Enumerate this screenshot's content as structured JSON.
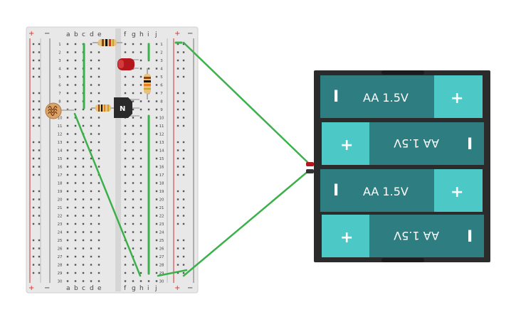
{
  "breadboard": {
    "columns_left": [
      "a",
      "b",
      "c",
      "d",
      "e"
    ],
    "columns_right": [
      "f",
      "g",
      "h",
      "i",
      "j"
    ],
    "row_numbers": [
      "1",
      "2",
      "3",
      "4",
      "5",
      "6",
      "7",
      "8",
      "9",
      "10",
      "11",
      "12",
      "13",
      "14",
      "15",
      "16",
      "17",
      "18",
      "19",
      "20",
      "21",
      "22",
      "23",
      "24",
      "25",
      "26",
      "27",
      "28",
      "29",
      "30"
    ],
    "rail_plus": "+",
    "rail_minus": "−"
  },
  "components": {
    "transistor_label": "N"
  },
  "battery_pack": {
    "cells": [
      {
        "label": "AA 1.5V",
        "plus": "+",
        "minus": "I",
        "flipped": false
      },
      {
        "label": "AA 1.5V",
        "plus": "+",
        "minus": "I",
        "flipped": true
      },
      {
        "label": "AA 1.5V",
        "plus": "+",
        "minus": "I",
        "flipped": false
      },
      {
        "label": "AA 1.5V",
        "plus": "+",
        "minus": "I",
        "flipped": true
      }
    ]
  },
  "colors": {
    "wire": "#3cb04a",
    "rail_red": "#d0312d",
    "battery_dark": "#2e7d80",
    "battery_light": "#4cc9c6",
    "led": "#b3171b",
    "pack": "#2b2b2b"
  }
}
